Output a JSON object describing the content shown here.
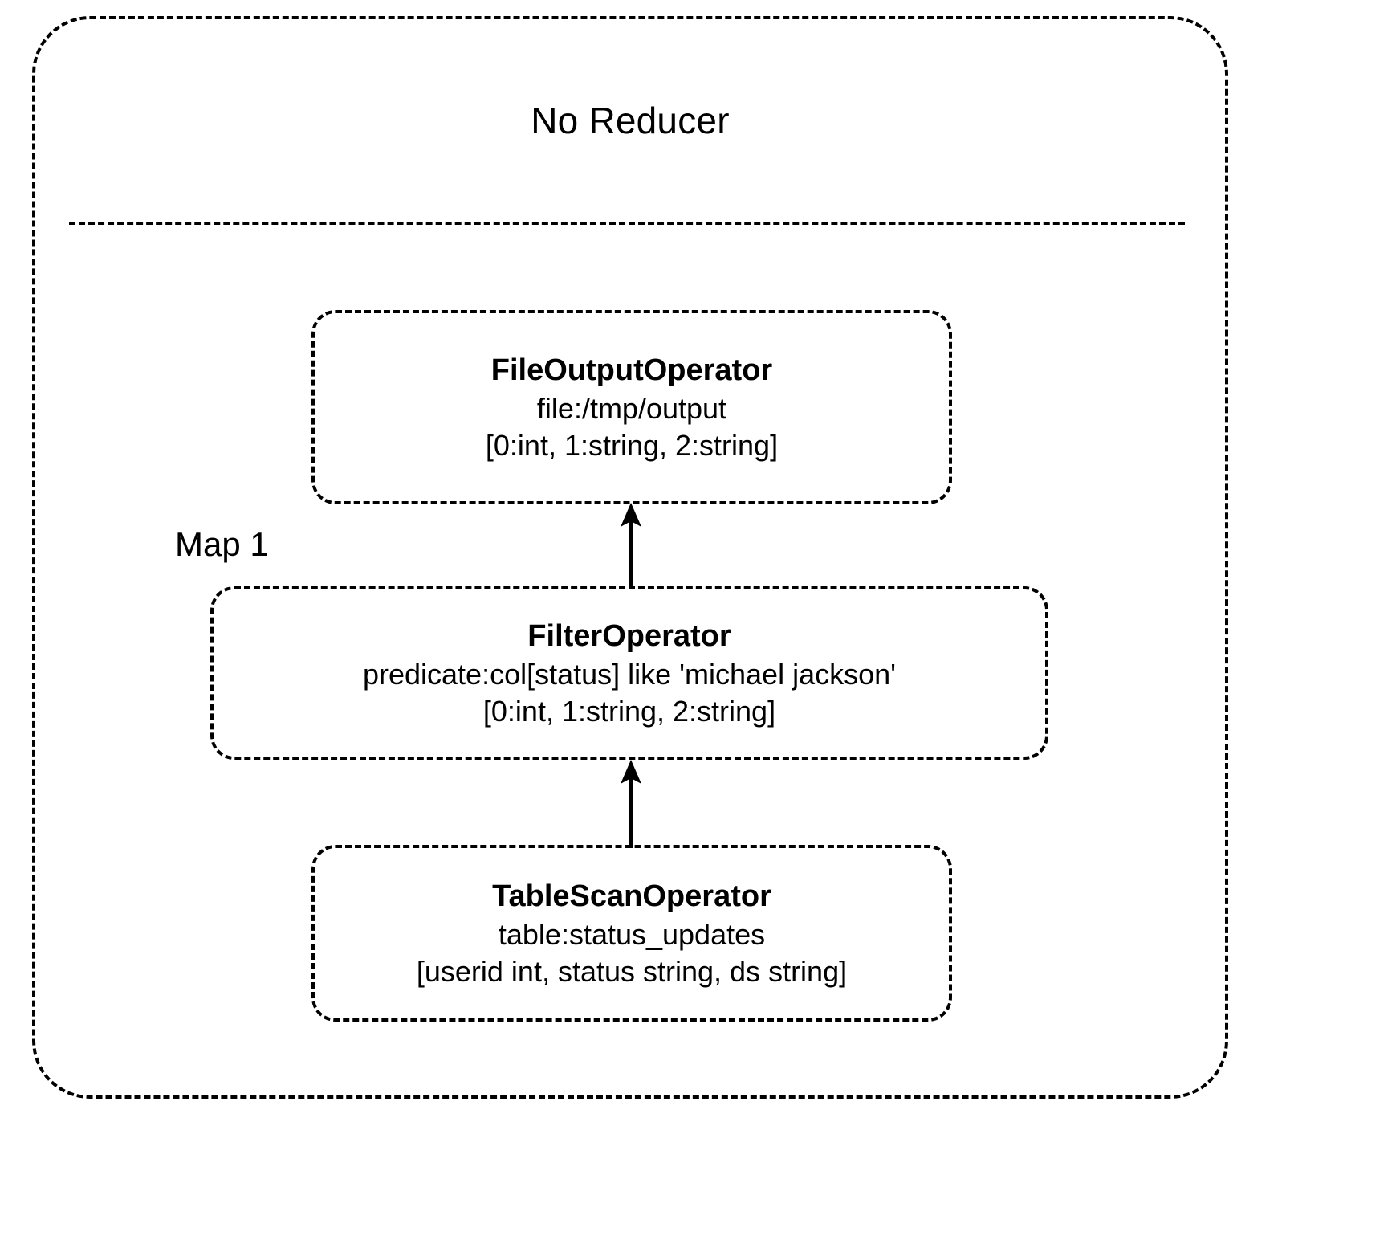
{
  "diagram": {
    "type": "query-execution-plan",
    "stage": {
      "title": "No Reducer",
      "vertex_label": "Map 1"
    },
    "operators": [
      {
        "id": "file-output-operator",
        "title": "FileOutputOperator",
        "detail": "file:/tmp/output",
        "schema": "[0:int, 1:string, 2:string]"
      },
      {
        "id": "filter-operator",
        "title": "FilterOperator",
        "detail": "predicate:col[status] like 'michael jackson'",
        "schema": "[0:int, 1:string, 2:string]"
      },
      {
        "id": "table-scan-operator",
        "title": "TableScanOperator",
        "detail": "table:status_updates",
        "schema": "[userid int, status string, ds string]"
      }
    ],
    "edges": [
      {
        "id": "edge-tablescan-to-filter",
        "from": "table-scan-operator",
        "to": "filter-operator",
        "direction": "up"
      },
      {
        "id": "edge-filter-to-fileoutput",
        "from": "filter-operator",
        "to": "file-output-operator",
        "direction": "up"
      }
    ],
    "colors": {
      "stroke": "#000000",
      "text": "#000000",
      "background": "#ffffff"
    }
  }
}
